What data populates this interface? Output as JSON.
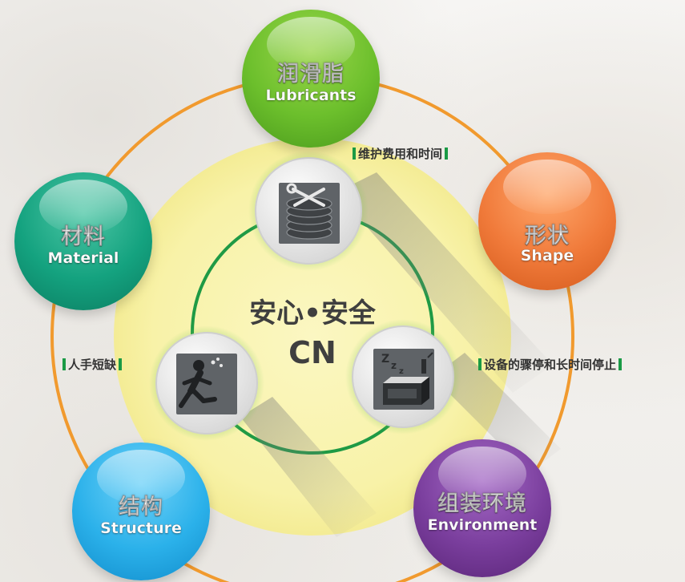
{
  "center": {
    "title": "安心•安全",
    "subtitle": "CN"
  },
  "bubbles": [
    {
      "key": "lubricants",
      "zh": "润滑脂",
      "en": "Lubricants",
      "color": "#6cbf2c"
    },
    {
      "key": "shape",
      "zh": "形状",
      "en": "Shape",
      "color": "#f07a3a"
    },
    {
      "key": "environment",
      "zh": "组装环境",
      "en": "Environment",
      "color": "#7a3e9d"
    },
    {
      "key": "structure",
      "zh": "结构",
      "en": "Structure",
      "color": "#2bb1ea"
    },
    {
      "key": "material",
      "zh": "材料",
      "en": "Material",
      "color": "#14a27f"
    }
  ],
  "notes": {
    "top": "维护费用和时间",
    "right": "设备的骤停和长时间停止",
    "left": "人手短缺"
  },
  "icons": [
    {
      "key": "maintenance",
      "name": "gear-stack-wrench-icon"
    },
    {
      "key": "downtime",
      "name": "sleeping-machine-icon"
    },
    {
      "key": "labor",
      "name": "running-worker-icon"
    }
  ],
  "colors": {
    "orange_ring": "#f19a2e",
    "green_ring": "#1f9a45",
    "yellow_disc": "#f8f2a8",
    "note_bar": "#1a9a45"
  }
}
